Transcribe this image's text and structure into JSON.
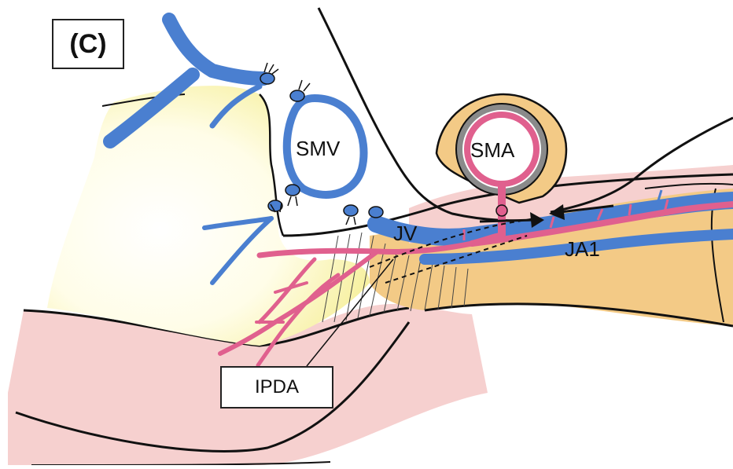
{
  "panel_label": "(C)",
  "labels": {
    "smv": "SMV",
    "sma": "SMA",
    "jv": "JV",
    "ja1": "JA1",
    "ipda": "IPDA"
  },
  "colors": {
    "vein": "#4a7fd0",
    "artery": "#e0608e",
    "pancreas": "#f3ca86",
    "mesentery": "#f4c7c6",
    "head": "#fbf6b8",
    "wall_gray": "#7a7a7a"
  }
}
